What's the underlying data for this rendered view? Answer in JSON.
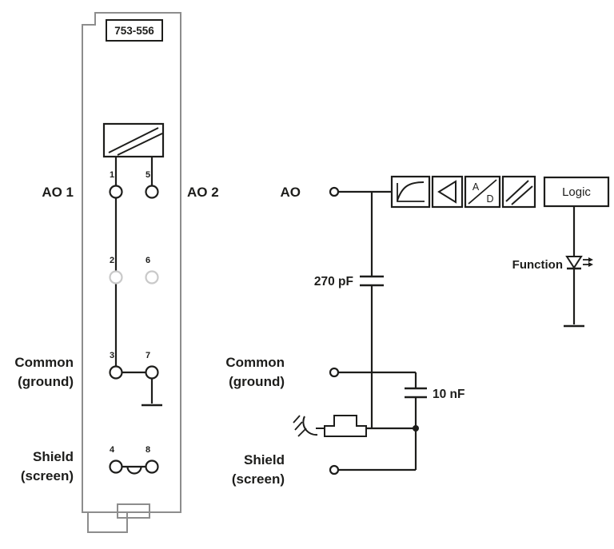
{
  "colors": {
    "ink": "#1d1d1b",
    "module_outline_gray": "#8d8d8d",
    "inactive_terminal_gray": "#c9c9c9",
    "background": "#ffffff"
  },
  "module": {
    "part_number": "753-556",
    "ao1_label": "AO 1",
    "ao2_label": "AO 2",
    "common_label": [
      "Common",
      "(ground)"
    ],
    "shield_label": [
      "Shield",
      "(screen)"
    ],
    "terminals": {
      "n1": "1",
      "n2": "2",
      "n3": "3",
      "n4": "4",
      "n5": "5",
      "n6": "6",
      "n7": "7",
      "n8": "8"
    }
  },
  "circuit": {
    "ao_label": "AO",
    "common_label": [
      "Common",
      "(ground)"
    ],
    "shield_label": [
      "Shield",
      "(screen)"
    ],
    "cap1_label": "270 pF",
    "cap2_label": "10 nF",
    "logic_label": "Logic",
    "function_label": "Function",
    "converter_a": "A",
    "converter_d": "D"
  }
}
